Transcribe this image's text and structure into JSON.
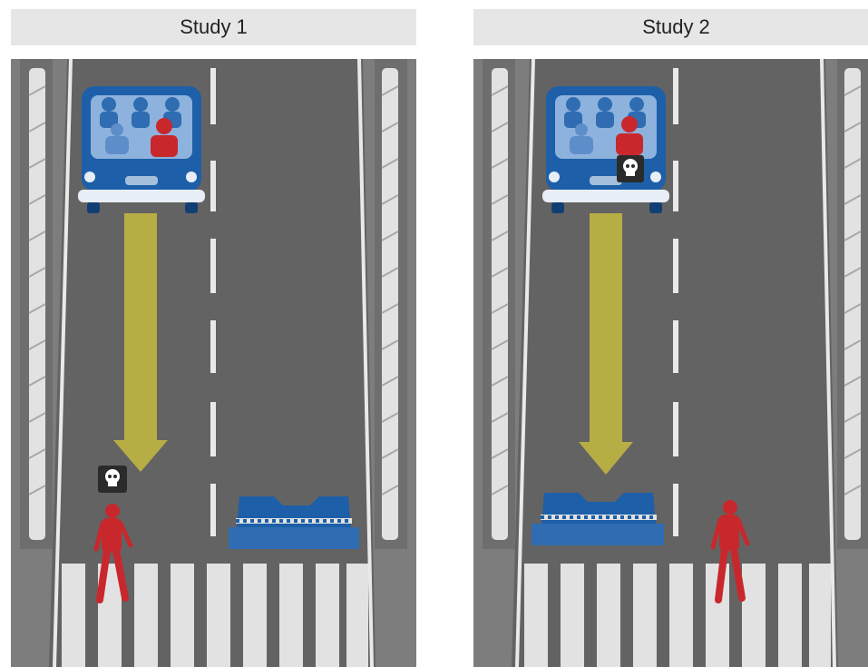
{
  "panels": [
    {
      "title": "Study 1",
      "victim": "pedestrian"
    },
    {
      "title": "Study 2",
      "victim": "passenger"
    }
  ],
  "icons": {
    "death_marker": "skull-icon",
    "vehicle": "autonomous-bus",
    "obstacle": "concrete-barrier",
    "pedestrian": "walking-person"
  },
  "colors": {
    "road": "#636363",
    "roadside": "#7d7d7d",
    "barrier_wall": "#e2e2e2",
    "lane_marking": "#e9e9e9",
    "vehicle": "#1d5fa8",
    "vehicle_window": "#8db2dd",
    "person": "#c8282c",
    "arrow": "#b7ad45",
    "header_bg": "#e6e6e6",
    "skull_box": "#2b2b2b"
  }
}
